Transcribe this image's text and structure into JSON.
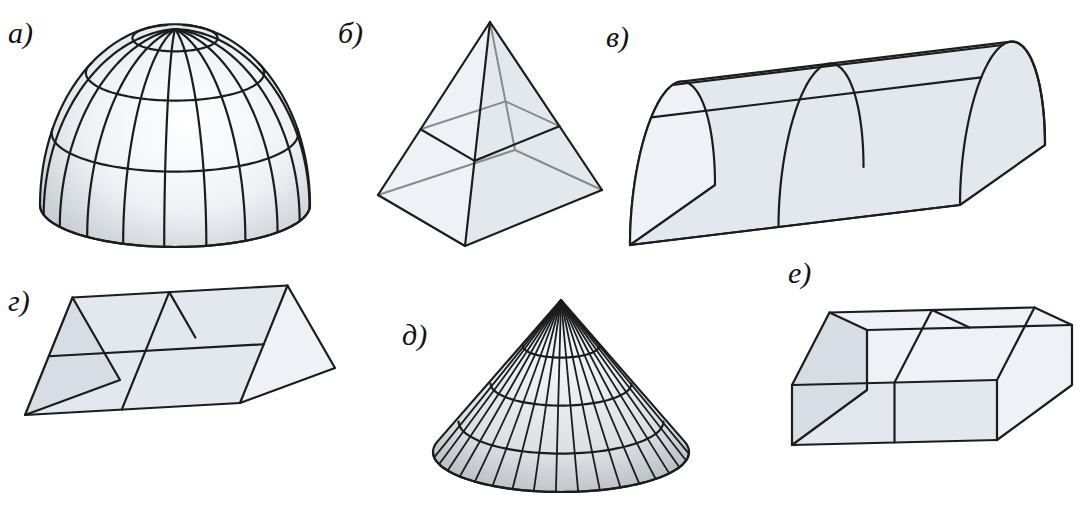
{
  "diagram": {
    "labels": [
      "а)",
      "б)",
      "в)",
      "г)",
      "д)",
      "е)"
    ]
  }
}
